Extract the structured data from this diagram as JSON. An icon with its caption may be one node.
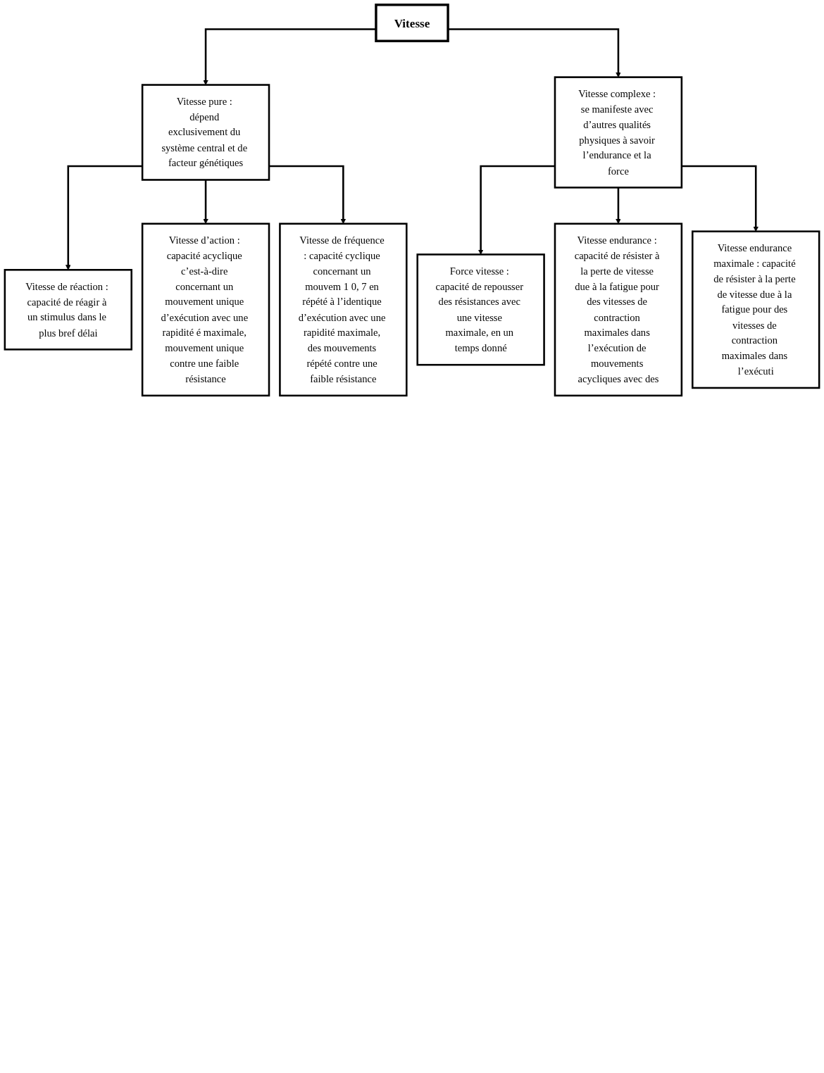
{
  "diagram": {
    "nodes": [
      {
        "text": [
          "Vitesse"
        ]
      },
      {
        "text": [
          "Vitesse pure : dépend exclusivement du système central et de facteur génétiques"
        ]
      },
      {
        "text": [
          "Vitesse complexe : se manifeste avec d’autres qualités physiques à savoir l’endurance et la force"
        ]
      },
      {
        "text": [
          "Vitesse de réaction : capacité de réagir à un stimulus dans le plus bref délai"
        ]
      },
      {
        "text": [
          "Vitesse d’action : capacité acyclique c’est-à-dire concernant un mouvement unique d’exécution avec une rapidité é maximale, mouvement unique contre une faible résistance"
        ]
      },
      {
        "text": [
          "Vitesse de fréquence : capacité cyclique concernant un mouvem 1 0, 7 en répété à l’identique d’exécution avec une rapidité maximale, des mouvements répété contre une faible résistance"
        ]
      },
      {
        "text": [
          "Force vitesse : capacité de repousser des résistances avec une vitesse maximale, en un temps donné"
        ]
      },
      {
        "text": [
          "Vitesse endurance : capacité de résister à la perte de vitesse due à la fatigue pour des vitesses de contraction maximales dans l’exécution de mouvements acycliques avec des"
        ]
      },
      {
        "text": [
          "Vitesse endurance maximale : capacité de résister à la perte de vitesse due à la fatigue pour des vitesses de contraction maximales dans l’exécuti"
        ]
      }
    ],
    "edges": [
      {
        "from": 0,
        "to": 1,
        "arrow": "to"
      },
      {
        "from": 0,
        "to": 2,
        "arrow": "to"
      },
      {
        "from": 1,
        "to": 3,
        "arrow": "to"
      },
      {
        "from": 1,
        "to": 4,
        "arrow": "to"
      },
      {
        "from": 1,
        "to": 5,
        "arrow": "to"
      },
      {
        "from": 2,
        "to": 6,
        "arrow": "to"
      },
      {
        "from": 2,
        "to": 7,
        "arrow": "to"
      },
      {
        "from": 2,
        "to": 8,
        "arrow": "to"
      }
    ]
  }
}
